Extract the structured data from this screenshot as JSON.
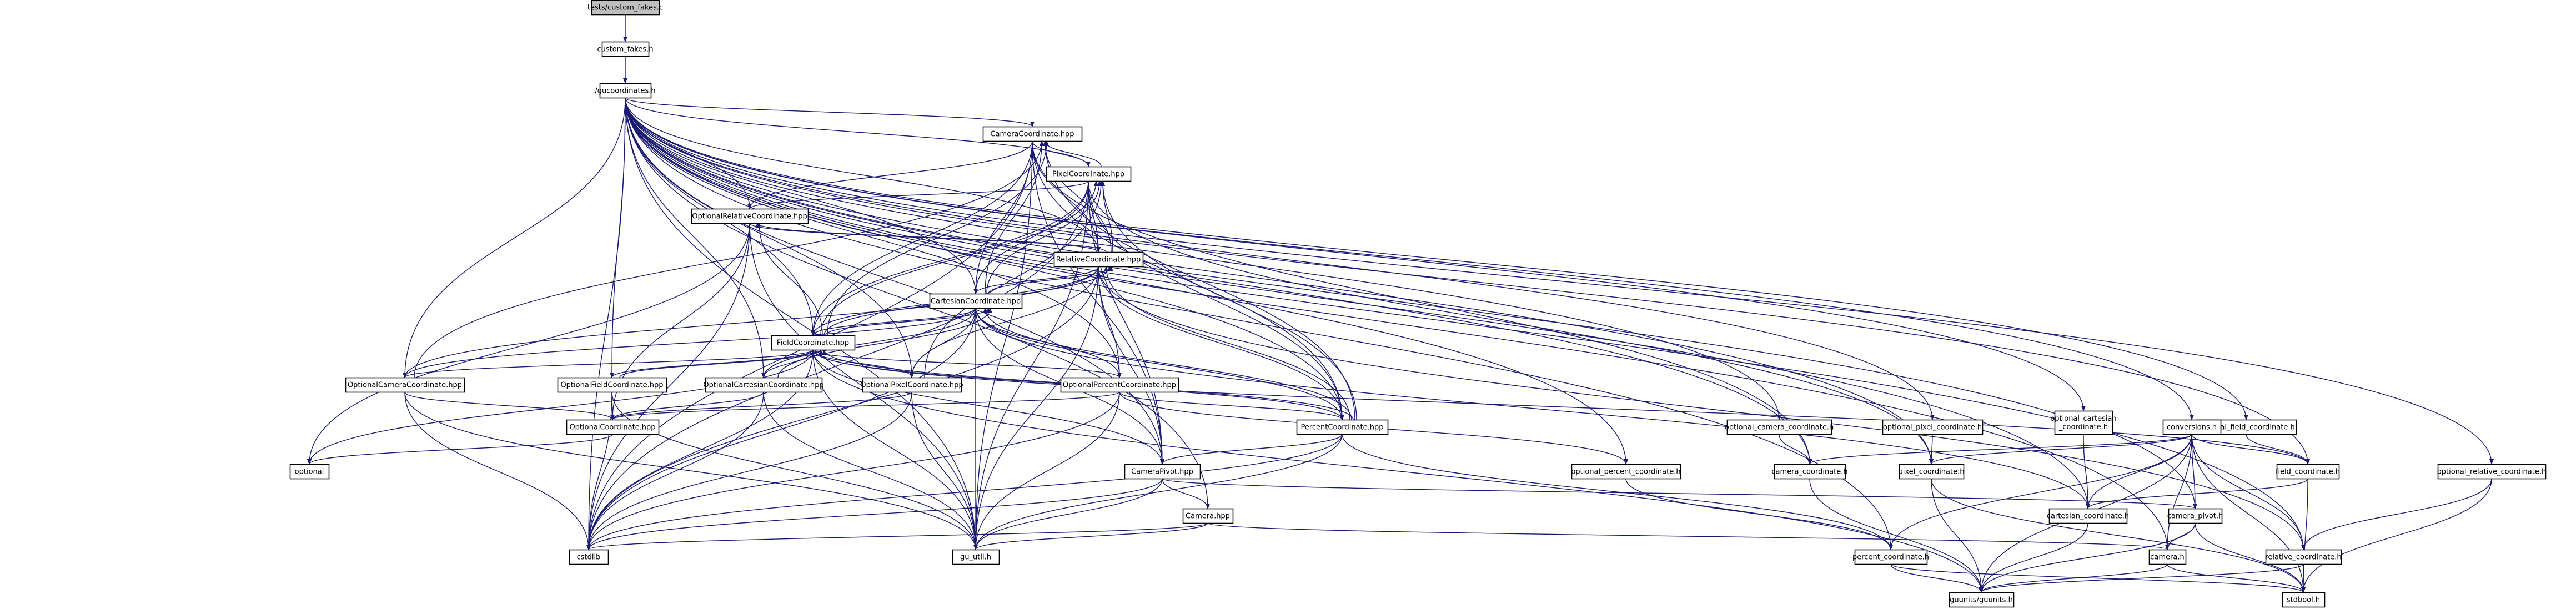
{
  "graph": {
    "title": "",
    "nodes": [
      {
        "id": "custom_fakes_c",
        "label": "tests/custom_fakes.c",
        "highlighted": true
      },
      {
        "id": "custom_fakes_h",
        "label": "custom_fakes.h"
      },
      {
        "id": "gucoordinates_h",
        "label": "/gucoordinates.h"
      },
      {
        "id": "CameraCoordinate_hpp",
        "label": "CameraCoordinate.hpp"
      },
      {
        "id": "PixelCoordinate_hpp",
        "label": "PixelCoordinate.hpp"
      },
      {
        "id": "OptionalRelativeCoordinate_hpp",
        "label": "OptionalRelativeCoordinate.hpp"
      },
      {
        "id": "RelativeCoordinate_hpp",
        "label": "RelativeCoordinate.hpp"
      },
      {
        "id": "CartesianCoordinate_hpp",
        "label": "CartesianCoordinate.hpp"
      },
      {
        "id": "FieldCoordinate_hpp",
        "label": "FieldCoordinate.hpp"
      },
      {
        "id": "OptionalCameraCoordinate_hpp",
        "label": "OptionalCameraCoordinate.hpp"
      },
      {
        "id": "OptionalFieldCoordinate_hpp",
        "label": "OptionalFieldCoordinate.hpp"
      },
      {
        "id": "OptionalCartesianCoordinate_hpp",
        "label": "OptionalCartesianCoordinate.hpp"
      },
      {
        "id": "OptionalPixelCoordinate_hpp",
        "label": "OptionalPixelCoordinate.hpp"
      },
      {
        "id": "OptionalPercentCoordinate_hpp",
        "label": "OptionalPercentCoordinate.hpp"
      },
      {
        "id": "OptionalCoordinate_hpp",
        "label": "OptionalCoordinate.hpp"
      },
      {
        "id": "PercentCoordinate_hpp",
        "label": "PercentCoordinate.hpp"
      },
      {
        "id": "optional",
        "label": "optional"
      },
      {
        "id": "CameraPivot_hpp",
        "label": "CameraPivot.hpp"
      },
      {
        "id": "Camera_hpp",
        "label": "Camera.hpp"
      },
      {
        "id": "cstdlib",
        "label": "cstdlib"
      },
      {
        "id": "gu_util_h",
        "label": "gu_util.h"
      },
      {
        "id": "optional_camera_coordinate_h",
        "label": "optional_camera_coordinate.h"
      },
      {
        "id": "optional_pixel_coordinate_h",
        "label": "optional_pixel_coordinate.h"
      },
      {
        "id": "optional_cartesian_coordinate_h",
        "label": [
          "optional_cartesian",
          "_coordinate.h"
        ]
      },
      {
        "id": "optional_field_coordinate_h",
        "label": "optional_field_coordinate.h"
      },
      {
        "id": "conversions_h",
        "label": "conversions.h"
      },
      {
        "id": "optional_percent_coordinate_h",
        "label": "optional_percent_coordinate.h"
      },
      {
        "id": "camera_coordinate_h",
        "label": "camera_coordinate.h"
      },
      {
        "id": "pixel_coordinate_h",
        "label": "pixel_coordinate.h"
      },
      {
        "id": "field_coordinate_h",
        "label": "field_coordinate.h"
      },
      {
        "id": "optional_relative_coordinate_h",
        "label": "optional_relative_coordinate.h"
      },
      {
        "id": "cartesian_coordinate_h",
        "label": "cartesian_coordinate.h"
      },
      {
        "id": "camera_pivot_h",
        "label": "camera_pivot.h"
      },
      {
        "id": "percent_coordinate_h",
        "label": "percent_coordinate.h"
      },
      {
        "id": "camera_h",
        "label": "camera.h"
      },
      {
        "id": "relative_coordinate_h",
        "label": "relative_coordinate.h"
      },
      {
        "id": "guunits_guunits_h",
        "label": "guunits/guunits.h"
      },
      {
        "id": "stdbool_h",
        "label": "stdbool.h"
      }
    ],
    "edges": [
      [
        "custom_fakes_c",
        "custom_fakes_h"
      ],
      [
        "custom_fakes_h",
        "gucoordinates_h"
      ],
      [
        "gucoordinates_h",
        "CameraCoordinate_hpp"
      ],
      [
        "gucoordinates_h",
        "PixelCoordinate_hpp"
      ],
      [
        "gucoordinates_h",
        "OptionalRelativeCoordinate_hpp"
      ],
      [
        "gucoordinates_h",
        "RelativeCoordinate_hpp"
      ],
      [
        "gucoordinates_h",
        "CartesianCoordinate_hpp"
      ],
      [
        "gucoordinates_h",
        "FieldCoordinate_hpp"
      ],
      [
        "gucoordinates_h",
        "OptionalCameraCoordinate_hpp"
      ],
      [
        "gucoordinates_h",
        "OptionalFieldCoordinate_hpp"
      ],
      [
        "gucoordinates_h",
        "OptionalCartesianCoordinate_hpp"
      ],
      [
        "gucoordinates_h",
        "OptionalPixelCoordinate_hpp"
      ],
      [
        "gucoordinates_h",
        "OptionalPercentCoordinate_hpp"
      ],
      [
        "gucoordinates_h",
        "PercentCoordinate_hpp"
      ],
      [
        "gucoordinates_h",
        "CameraPivot_hpp"
      ],
      [
        "gucoordinates_h",
        "Camera_hpp"
      ],
      [
        "gucoordinates_h",
        "cstdlib"
      ],
      [
        "gucoordinates_h",
        "gu_util_h"
      ],
      [
        "gucoordinates_h",
        "optional_camera_coordinate_h"
      ],
      [
        "gucoordinates_h",
        "optional_pixel_coordinate_h"
      ],
      [
        "gucoordinates_h",
        "optional_cartesian_coordinate_h"
      ],
      [
        "gucoordinates_h",
        "optional_field_coordinate_h"
      ],
      [
        "gucoordinates_h",
        "conversions_h"
      ],
      [
        "gucoordinates_h",
        "optional_percent_coordinate_h"
      ],
      [
        "gucoordinates_h",
        "camera_coordinate_h"
      ],
      [
        "gucoordinates_h",
        "pixel_coordinate_h"
      ],
      [
        "gucoordinates_h",
        "field_coordinate_h"
      ],
      [
        "gucoordinates_h",
        "optional_relative_coordinate_h"
      ],
      [
        "gucoordinates_h",
        "cartesian_coordinate_h"
      ],
      [
        "gucoordinates_h",
        "camera_pivot_h"
      ],
      [
        "gucoordinates_h",
        "percent_coordinate_h"
      ],
      [
        "gucoordinates_h",
        "camera_h"
      ],
      [
        "gucoordinates_h",
        "relative_coordinate_h"
      ],
      [
        "CameraCoordinate_hpp",
        "PixelCoordinate_hpp"
      ],
      [
        "CameraCoordinate_hpp",
        "OptionalRelativeCoordinate_hpp"
      ],
      [
        "CameraCoordinate_hpp",
        "RelativeCoordinate_hpp"
      ],
      [
        "CameraCoordinate_hpp",
        "CartesianCoordinate_hpp"
      ],
      [
        "CameraCoordinate_hpp",
        "FieldCoordinate_hpp"
      ],
      [
        "CameraCoordinate_hpp",
        "PercentCoordinate_hpp"
      ],
      [
        "CameraCoordinate_hpp",
        "CameraPivot_hpp"
      ],
      [
        "CameraCoordinate_hpp",
        "cstdlib"
      ],
      [
        "CameraCoordinate_hpp",
        "gu_util_h"
      ],
      [
        "CameraCoordinate_hpp",
        "camera_coordinate_h"
      ],
      [
        "PixelCoordinate_hpp",
        "CameraCoordinate_hpp"
      ],
      [
        "PixelCoordinate_hpp",
        "OptionalRelativeCoordinate_hpp"
      ],
      [
        "PixelCoordinate_hpp",
        "RelativeCoordinate_hpp"
      ],
      [
        "PixelCoordinate_hpp",
        "CartesianCoordinate_hpp"
      ],
      [
        "PixelCoordinate_hpp",
        "FieldCoordinate_hpp"
      ],
      [
        "PixelCoordinate_hpp",
        "PercentCoordinate_hpp"
      ],
      [
        "PixelCoordinate_hpp",
        "CameraPivot_hpp"
      ],
      [
        "PixelCoordinate_hpp",
        "cstdlib"
      ],
      [
        "PixelCoordinate_hpp",
        "gu_util_h"
      ],
      [
        "PixelCoordinate_hpp",
        "pixel_coordinate_h"
      ],
      [
        "OptionalRelativeCoordinate_hpp",
        "RelativeCoordinate_hpp"
      ],
      [
        "OptionalRelativeCoordinate_hpp",
        "OptionalCoordinate_hpp"
      ],
      [
        "OptionalRelativeCoordinate_hpp",
        "optional"
      ],
      [
        "OptionalRelativeCoordinate_hpp",
        "cstdlib"
      ],
      [
        "OptionalRelativeCoordinate_hpp",
        "gu_util_h"
      ],
      [
        "RelativeCoordinate_hpp",
        "CameraCoordinate_hpp"
      ],
      [
        "RelativeCoordinate_hpp",
        "PixelCoordinate_hpp"
      ],
      [
        "RelativeCoordinate_hpp",
        "OptionalRelativeCoordinate_hpp"
      ],
      [
        "RelativeCoordinate_hpp",
        "CartesianCoordinate_hpp"
      ],
      [
        "RelativeCoordinate_hpp",
        "FieldCoordinate_hpp"
      ],
      [
        "RelativeCoordinate_hpp",
        "OptionalCameraCoordinate_hpp"
      ],
      [
        "RelativeCoordinate_hpp",
        "OptionalPixelCoordinate_hpp"
      ],
      [
        "RelativeCoordinate_hpp",
        "OptionalPercentCoordinate_hpp"
      ],
      [
        "RelativeCoordinate_hpp",
        "PercentCoordinate_hpp"
      ],
      [
        "RelativeCoordinate_hpp",
        "CameraPivot_hpp"
      ],
      [
        "RelativeCoordinate_hpp",
        "cstdlib"
      ],
      [
        "RelativeCoordinate_hpp",
        "gu_util_h"
      ],
      [
        "RelativeCoordinate_hpp",
        "relative_coordinate_h"
      ],
      [
        "CartesianCoordinate_hpp",
        "CameraCoordinate_hpp"
      ],
      [
        "CartesianCoordinate_hpp",
        "PixelCoordinate_hpp"
      ],
      [
        "CartesianCoordinate_hpp",
        "RelativeCoordinate_hpp"
      ],
      [
        "CartesianCoordinate_hpp",
        "FieldCoordinate_hpp"
      ],
      [
        "CartesianCoordinate_hpp",
        "OptionalCameraCoordinate_hpp"
      ],
      [
        "CartesianCoordinate_hpp",
        "OptionalCartesianCoordinate_hpp"
      ],
      [
        "CartesianCoordinate_hpp",
        "OptionalPixelCoordinate_hpp"
      ],
      [
        "CartesianCoordinate_hpp",
        "OptionalPercentCoordinate_hpp"
      ],
      [
        "CartesianCoordinate_hpp",
        "PercentCoordinate_hpp"
      ],
      [
        "CartesianCoordinate_hpp",
        "CameraPivot_hpp"
      ],
      [
        "CartesianCoordinate_hpp",
        "cstdlib"
      ],
      [
        "CartesianCoordinate_hpp",
        "gu_util_h"
      ],
      [
        "CartesianCoordinate_hpp",
        "cartesian_coordinate_h"
      ],
      [
        "FieldCoordinate_hpp",
        "CameraCoordinate_hpp"
      ],
      [
        "FieldCoordinate_hpp",
        "PixelCoordinate_hpp"
      ],
      [
        "FieldCoordinate_hpp",
        "OptionalRelativeCoordinate_hpp"
      ],
      [
        "FieldCoordinate_hpp",
        "RelativeCoordinate_hpp"
      ],
      [
        "FieldCoordinate_hpp",
        "CartesianCoordinate_hpp"
      ],
      [
        "FieldCoordinate_hpp",
        "OptionalCameraCoordinate_hpp"
      ],
      [
        "FieldCoordinate_hpp",
        "OptionalFieldCoordinate_hpp"
      ],
      [
        "FieldCoordinate_hpp",
        "OptionalCartesianCoordinate_hpp"
      ],
      [
        "FieldCoordinate_hpp",
        "OptionalPixelCoordinate_hpp"
      ],
      [
        "FieldCoordinate_hpp",
        "OptionalPercentCoordinate_hpp"
      ],
      [
        "FieldCoordinate_hpp",
        "PercentCoordinate_hpp"
      ],
      [
        "FieldCoordinate_hpp",
        "CameraPivot_hpp"
      ],
      [
        "FieldCoordinate_hpp",
        "optional"
      ],
      [
        "FieldCoordinate_hpp",
        "cstdlib"
      ],
      [
        "FieldCoordinate_hpp",
        "gu_util_h"
      ],
      [
        "FieldCoordinate_hpp",
        "field_coordinate_h"
      ],
      [
        "FieldCoordinate_hpp",
        "guunits_guunits_h"
      ],
      [
        "OptionalCameraCoordinate_hpp",
        "CameraCoordinate_hpp"
      ],
      [
        "OptionalCameraCoordinate_hpp",
        "OptionalCoordinate_hpp"
      ],
      [
        "OptionalCameraCoordinate_hpp",
        "cstdlib"
      ],
      [
        "OptionalCameraCoordinate_hpp",
        "gu_util_h"
      ],
      [
        "OptionalFieldCoordinate_hpp",
        "FieldCoordinate_hpp"
      ],
      [
        "OptionalFieldCoordinate_hpp",
        "OptionalCoordinate_hpp"
      ],
      [
        "OptionalFieldCoordinate_hpp",
        "cstdlib"
      ],
      [
        "OptionalFieldCoordinate_hpp",
        "gu_util_h"
      ],
      [
        "OptionalCartesianCoordinate_hpp",
        "CartesianCoordinate_hpp"
      ],
      [
        "OptionalCartesianCoordinate_hpp",
        "OptionalCoordinate_hpp"
      ],
      [
        "OptionalCartesianCoordinate_hpp",
        "cstdlib"
      ],
      [
        "OptionalCartesianCoordinate_hpp",
        "gu_util_h"
      ],
      [
        "OptionalPixelCoordinate_hpp",
        "PixelCoordinate_hpp"
      ],
      [
        "OptionalPixelCoordinate_hpp",
        "OptionalCoordinate_hpp"
      ],
      [
        "OptionalPixelCoordinate_hpp",
        "cstdlib"
      ],
      [
        "OptionalPixelCoordinate_hpp",
        "gu_util_h"
      ],
      [
        "OptionalPercentCoordinate_hpp",
        "PercentCoordinate_hpp"
      ],
      [
        "OptionalPercentCoordinate_hpp",
        "OptionalCoordinate_hpp"
      ],
      [
        "OptionalPercentCoordinate_hpp",
        "cstdlib"
      ],
      [
        "OptionalPercentCoordinate_hpp",
        "gu_util_h"
      ],
      [
        "OptionalPercentCoordinate_hpp",
        "optional_percent_coordinate_h"
      ],
      [
        "OptionalCoordinate_hpp",
        "optional"
      ],
      [
        "PercentCoordinate_hpp",
        "CameraCoordinate_hpp"
      ],
      [
        "PercentCoordinate_hpp",
        "PixelCoordinate_hpp"
      ],
      [
        "PercentCoordinate_hpp",
        "RelativeCoordinate_hpp"
      ],
      [
        "PercentCoordinate_hpp",
        "CartesianCoordinate_hpp"
      ],
      [
        "PercentCoordinate_hpp",
        "FieldCoordinate_hpp"
      ],
      [
        "PercentCoordinate_hpp",
        "CameraPivot_hpp"
      ],
      [
        "PercentCoordinate_hpp",
        "cstdlib"
      ],
      [
        "PercentCoordinate_hpp",
        "gu_util_h"
      ],
      [
        "PercentCoordinate_hpp",
        "percent_coordinate_h"
      ],
      [
        "CameraPivot_hpp",
        "Camera_hpp"
      ],
      [
        "CameraPivot_hpp",
        "cstdlib"
      ],
      [
        "CameraPivot_hpp",
        "gu_util_h"
      ],
      [
        "CameraPivot_hpp",
        "camera_pivot_h"
      ],
      [
        "Camera_hpp",
        "cstdlib"
      ],
      [
        "Camera_hpp",
        "gu_util_h"
      ],
      [
        "Camera_hpp",
        "camera_h"
      ],
      [
        "optional_camera_coordinate_h",
        "camera_coordinate_h"
      ],
      [
        "optional_pixel_coordinate_h",
        "pixel_coordinate_h"
      ],
      [
        "optional_cartesian_coordinate_h",
        "cartesian_coordinate_h"
      ],
      [
        "optional_field_coordinate_h",
        "field_coordinate_h"
      ],
      [
        "optional_percent_coordinate_h",
        "percent_coordinate_h"
      ],
      [
        "optional_relative_coordinate_h",
        "relative_coordinate_h"
      ],
      [
        "optional_relative_coordinate_h",
        "stdbool_h"
      ],
      [
        "conversions_h",
        "camera_coordinate_h"
      ],
      [
        "conversions_h",
        "pixel_coordinate_h"
      ],
      [
        "conversions_h",
        "field_coordinate_h"
      ],
      [
        "conversions_h",
        "cartesian_coordinate_h"
      ],
      [
        "conversions_h",
        "camera_pivot_h"
      ],
      [
        "conversions_h",
        "percent_coordinate_h"
      ],
      [
        "conversions_h",
        "camera_h"
      ],
      [
        "conversions_h",
        "relative_coordinate_h"
      ],
      [
        "conversions_h",
        "guunits_guunits_h"
      ],
      [
        "conversions_h",
        "stdbool_h"
      ],
      [
        "camera_coordinate_h",
        "guunits_guunits_h"
      ],
      [
        "pixel_coordinate_h",
        "guunits_guunits_h"
      ],
      [
        "pixel_coordinate_h",
        "stdbool_h"
      ],
      [
        "field_coordinate_h",
        "cartesian_coordinate_h"
      ],
      [
        "field_coordinate_h",
        "stdbool_h"
      ],
      [
        "cartesian_coordinate_h",
        "guunits_guunits_h"
      ],
      [
        "camera_pivot_h",
        "camera_h"
      ],
      [
        "camera_pivot_h",
        "guunits_guunits_h"
      ],
      [
        "camera_pivot_h",
        "stdbool_h"
      ],
      [
        "percent_coordinate_h",
        "guunits_guunits_h"
      ],
      [
        "percent_coordinate_h",
        "stdbool_h"
      ],
      [
        "camera_h",
        "guunits_guunits_h"
      ],
      [
        "camera_h",
        "stdbool_h"
      ],
      [
        "relative_coordinate_h",
        "guunits_guunits_h"
      ],
      [
        "relative_coordinate_h",
        "stdbool_h"
      ]
    ]
  },
  "colors": {
    "edge": "#191970",
    "node_fill": "#ffffff",
    "node_highlight_fill": "#bfbfbf",
    "node_border": "#000000",
    "text": "#000000"
  }
}
